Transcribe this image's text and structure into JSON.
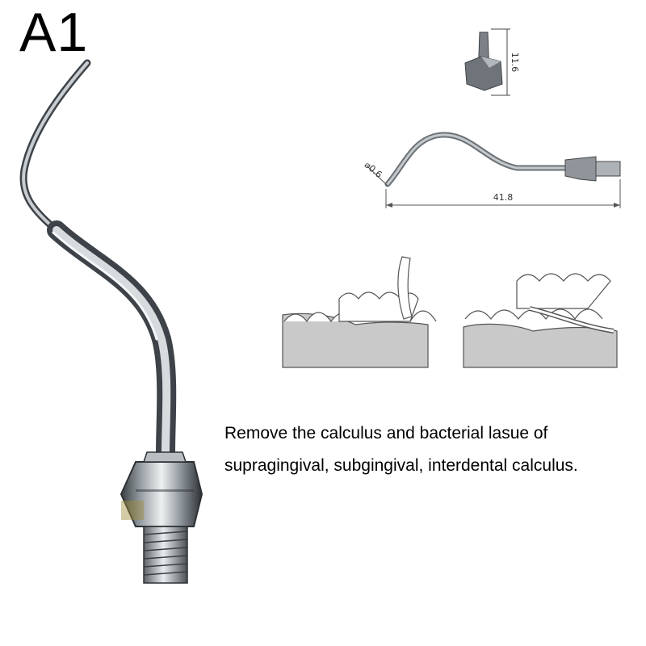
{
  "product": {
    "model": "A1"
  },
  "dimensions": {
    "height": "11.6",
    "diameter": "⌀0.6",
    "length": "41.8"
  },
  "description": {
    "line1": "Remove the calculus and bacterial lasue of",
    "line2": "supragingival, subgingival, interdental calculus."
  },
  "colors": {
    "metal_light": "#e8ecef",
    "metal_mid": "#a9b0b6",
    "metal_dark": "#3d4348",
    "gum": "#c9c9c9",
    "outline": "#555555"
  }
}
